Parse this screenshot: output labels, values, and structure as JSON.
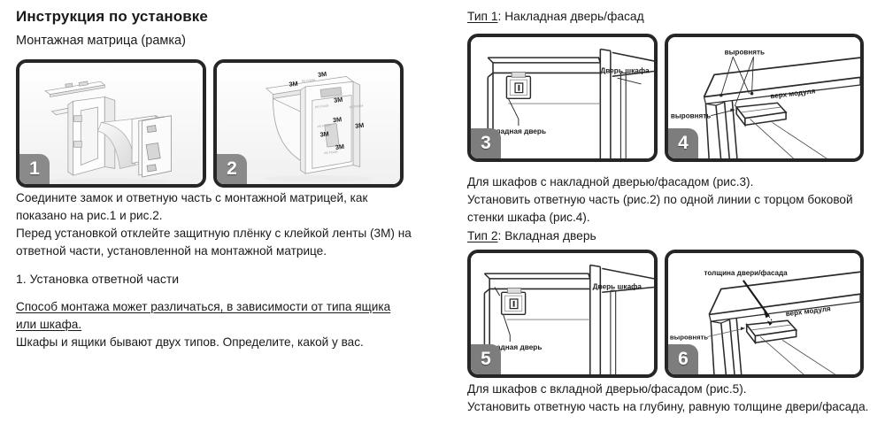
{
  "left": {
    "title": "Инструкция по установке",
    "subtitle": "Монтажная матрица (рамка)",
    "paragraph_1": "Соедините замок и ответную часть с монтажной матрицей, как показано на рис.1 и рис.2.",
    "paragraph_2": "Перед установкой отклейте защитную плёнку с клейкой ленты (3М) на ответной части, установленной на монтажной матрице.",
    "section_heading": "1. Установка ответной части",
    "paragraph_underlined": "Способ монтажа может различаться, в зависимости от типа ящика или шкафа.",
    "paragraph_3": "Шкафы и ящики бывают двух типов. Определите, какой у вас.",
    "panels": [
      {
        "number": "1",
        "caption_labels": []
      },
      {
        "number": "2",
        "caption_labels": [
          "3M",
          "3M",
          "3M",
          "3M",
          "3M",
          "3M"
        ]
      }
    ]
  },
  "right": {
    "type1": {
      "label": "Тип 1",
      "separator": ": ",
      "text": "Накладная дверь/фасад",
      "panels": [
        {
          "number": "3",
          "labels": [
            "Дверь шкафа",
            "Накладная дверь"
          ]
        },
        {
          "number": "4",
          "labels": [
            "выровнять",
            "выровнять",
            "верх модуля"
          ]
        }
      ],
      "paragraph_1": "Для шкафов с накладной дверью/фасадом (рис.3).",
      "paragraph_2": "Установить ответную часть (рис.2) по одной линии с торцом боковой стенки шкафа (рис.4)."
    },
    "type2": {
      "label": "Тип 2",
      "separator": ": ",
      "text": "Вкладная дверь",
      "panels": [
        {
          "number": "5",
          "labels": [
            "Дверь шкафа",
            "Вкладная дверь"
          ]
        },
        {
          "number": "6",
          "labels": [
            "толщина двери/фасада",
            "верх модуля",
            "выровнять"
          ]
        }
      ],
      "paragraph_1": "Для шкафов с вкладной дверью/фасадом (рис.5).",
      "paragraph_2": "Установить ответную часть на глубину, равную толщине двери/фасада."
    }
  },
  "colors": {
    "panel_border": "#262626",
    "badge_bg": "#8a8a8a",
    "text": "#1a1a1a",
    "background": "#ffffff"
  }
}
